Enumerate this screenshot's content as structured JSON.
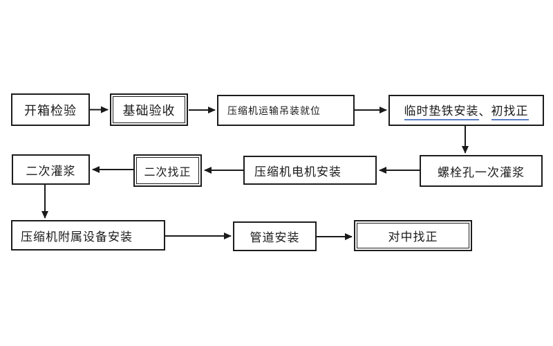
{
  "diagram": {
    "background_color": "#ffffff",
    "border_color": "#1c1c1c",
    "text_color": "#1a1a1a",
    "underline_color": "#5b7ec8",
    "nodes": [
      {
        "id": "open-box-inspection",
        "label": "开箱检验",
        "border": "single"
      },
      {
        "id": "foundation-acceptance",
        "label": "基础验收",
        "border": "double"
      },
      {
        "id": "compressor-transport-hoist",
        "label": "压缩机运输吊装就位",
        "border": "single"
      },
      {
        "id": "temp-shim-install",
        "label": "临时垫铁安装、初找正",
        "border": "single",
        "parts": [
          "临时垫铁安装",
          "、",
          "初找正"
        ]
      },
      {
        "id": "bolt-hole-first-grouting",
        "label": "螺栓孔一次灌浆",
        "border": "single"
      },
      {
        "id": "compressor-motor-install",
        "label": "压缩机电机安装",
        "border": "single"
      },
      {
        "id": "second-alignment",
        "label": "二次找正",
        "border": "double"
      },
      {
        "id": "second-grouting",
        "label": "二次灌浆",
        "border": "single"
      },
      {
        "id": "auxiliary-equipment-install",
        "label": "压缩机附属设备安装",
        "border": "single"
      },
      {
        "id": "piping-install",
        "label": "管道安装",
        "border": "single"
      },
      {
        "id": "centering-alignment",
        "label": "对中找正",
        "border": "double"
      }
    ],
    "edges": [
      {
        "from": "开箱检验",
        "to": "基础验收"
      },
      {
        "from": "基础验收",
        "to": "压缩机运输吊装就位"
      },
      {
        "from": "压缩机运输吊装就位",
        "to": "临时垫铁安装、初找正"
      },
      {
        "from": "临时垫铁安装、初找正",
        "to": "螺栓孔一次灌浆"
      },
      {
        "from": "螺栓孔一次灌浆",
        "to": "压缩机电机安装"
      },
      {
        "from": "压缩机电机安装",
        "to": "二次找正"
      },
      {
        "from": "二次找正",
        "to": "二次灌浆"
      },
      {
        "from": "二次灌浆",
        "to": "压缩机附属设备安装"
      },
      {
        "from": "压缩机附属设备安装",
        "to": "管道安装"
      },
      {
        "from": "管道安装",
        "to": "对中找正"
      }
    ]
  }
}
